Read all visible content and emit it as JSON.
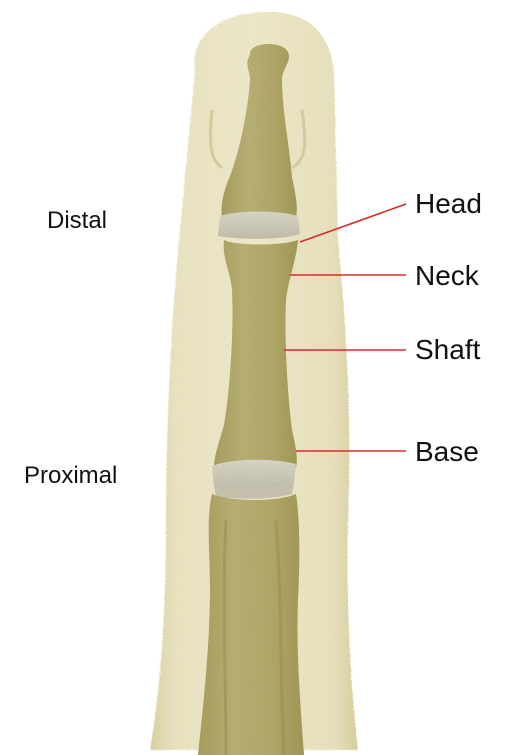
{
  "labels": {
    "distal": "Distal",
    "proximal": "Proximal"
  },
  "parts": {
    "head": "Head",
    "neck": "Neck",
    "shaft": "Shaft",
    "base": "Base"
  },
  "colors": {
    "leader_line": "#d92b2b",
    "soft_tissue": "#e4dcb6",
    "bone": "#b5ac6e",
    "cartilage": "#dcdad2"
  }
}
